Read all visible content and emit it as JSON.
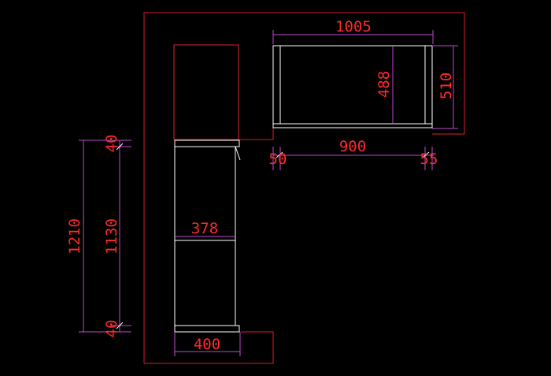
{
  "drawing": {
    "dimensions": {
      "top_width": "1005",
      "top_depth_inner": "488",
      "top_depth_outer": "510",
      "top_opening": "900",
      "top_left_gap": "50",
      "top_right_gap": "55",
      "side_total": "1210",
      "side_inner": "1130",
      "side_top_gap": "40",
      "side_bottom_gap": "40",
      "side_inner_width": "378",
      "side_outer_width": "400"
    },
    "colors": {
      "background": "#000000",
      "wall": "#e0202a",
      "cabinet": "#ffffff",
      "dimension": "#c04ad0",
      "text": "#ff2a2a"
    }
  }
}
